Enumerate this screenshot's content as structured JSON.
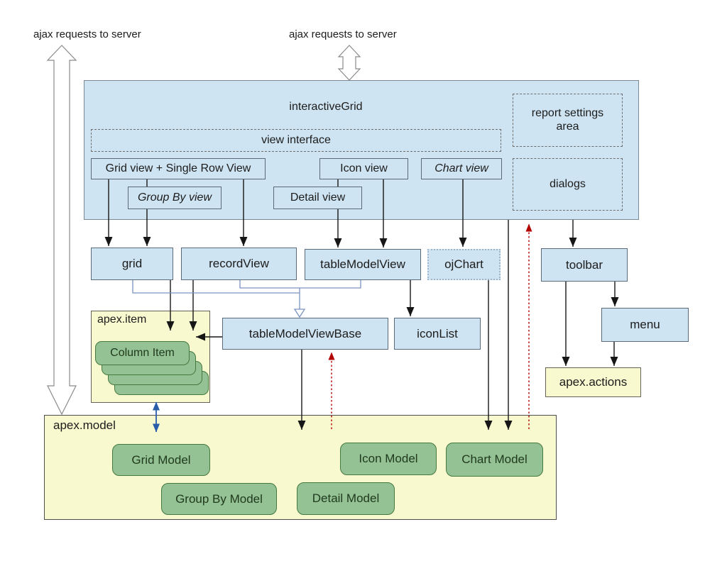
{
  "labels": {
    "ajax_left": "ajax requests to server",
    "ajax_center": "ajax requests to server"
  },
  "interactive_grid": {
    "title": "interactiveGrid",
    "view_interface_label": "view interface",
    "grid_single_row_view": "Grid view + Single Row View",
    "group_by_view": "Group By view",
    "detail_view": "Detail view",
    "icon_view": "Icon view",
    "chart_view": "Chart view",
    "report_settings_area": "report settings area",
    "dialogs": "dialogs"
  },
  "widgets": {
    "grid": "grid",
    "record_view": "recordView",
    "table_model_view": "tableModelView",
    "oj_chart": "ojChart",
    "toolbar": "toolbar",
    "table_model_view_base": "tableModelViewBase",
    "icon_list": "iconList",
    "menu": "menu"
  },
  "apex_item": {
    "title": "apex.item",
    "column_item": "Column Item"
  },
  "apex_actions": {
    "title": "apex.actions"
  },
  "apex_model": {
    "title": "apex.model",
    "models": [
      "Grid Model",
      "Group By Model",
      "Icon Model",
      "Detail Model",
      "Chart Model"
    ]
  },
  "colors": {
    "box_blue": "#cfe4f2",
    "box_yellow": "#f9f9d0",
    "box_green": "#94c294",
    "arrow_black": "#161616",
    "arrow_red": "#b30000",
    "arrow_blue": "#2a5caa",
    "inheritance_line": "#7b93c2"
  }
}
